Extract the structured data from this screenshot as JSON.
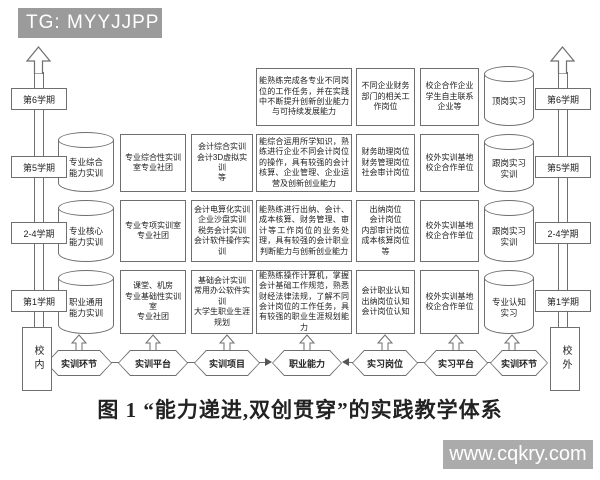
{
  "badge": "TG: MYYJJPP",
  "watermark": "www.cqkry.com",
  "caption": "图 1  “能力递进,双创贯穿”的实践教学体系",
  "colors": {
    "line": "#6f6f6f",
    "badge_bg": "#9b9b9b",
    "watermark_bg": "#ababab",
    "text": "#222222",
    "bg": "#ffffff"
  },
  "rails": {
    "left": {
      "s1": "第6学期",
      "s2": "第5学期",
      "s3": "2-4学期",
      "s4": "第1学期",
      "base": "校内"
    },
    "right": {
      "s1": "第6学期",
      "s2": "第5学期",
      "s3": "2-4学期",
      "s4": "第1学期",
      "base": "校外"
    }
  },
  "cylinders": {
    "left": {
      "r2": "专业综合\n能力实训",
      "r3": "专业核心\n能力实训",
      "r4": "职业通用\n能力实训"
    },
    "right": {
      "r1": "顶岗实习",
      "r2": "跟岗实习\n实训",
      "r3": "跟岗实习\n实训",
      "r4": "专业认知\n实习"
    }
  },
  "platform": {
    "r2": "专业综合性实训室专业社团",
    "r3": "专业专项实训室\n专业社团",
    "r4": "课堂、机房\n专业基础性实训室\n专业社团"
  },
  "project": {
    "r2": "会计综合实训\n会计3D虚拟实训\n等",
    "r3": "会计电算化实训\n企业沙盘实训\n税务会计实训\n会计软件操作实训",
    "r4": "基础会计实训\n常用办公软件实训\n大学生职业生涯规划"
  },
  "ability": {
    "r1": "能熟练完成各专业不同岗位的工作任务，并在实践中不断提升创新创业能力与可持续发展能力",
    "r2": "能综合运用所学知识，熟练进行企业不同会计岗位的操作，具有较强的会计核算、企业管理、企业运营及创新创业能力",
    "r3": "能熟练进行出纳、会计、成本核算、财务管理、审计等工作岗位的业务处理，具有较强的会计职业判断能力与创新创业能力",
    "r4": "能熟练操作计算机，掌握会计基础工作规范，熟悉财经法律法规，了解不同会计岗位的工作任务，具有较强的职业生涯规划能力"
  },
  "post": {
    "r1": "不同企业财务部门的相关工作岗位",
    "r2": "财务助理岗位\n财务管理岗位\n社会审计岗位",
    "r3": "出纳岗位\n会计岗位\n内部审计岗位\n成本核算岗位\n等",
    "r4": "会计职业认知\n出纳岗位认知\n会计岗位认知"
  },
  "ext_platform": {
    "r1": "校企合作企业学生自主联系企业等",
    "r2": "校外实训基地\n校企合作单位",
    "r3": "校外实训基地\n校企合作单位",
    "r4": "校外实训基地\n校企合作单位"
  },
  "flow": [
    "实训环节",
    "实训平台",
    "实训项目",
    "职业能力",
    "实习岗位",
    "实习平台",
    "实训环节"
  ]
}
